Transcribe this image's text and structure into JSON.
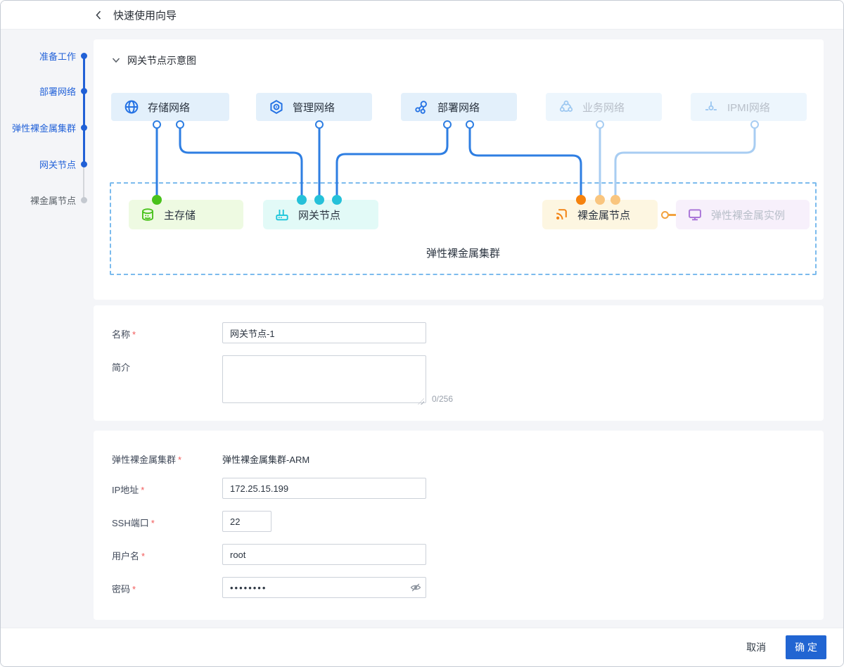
{
  "header": {
    "title": "快速使用向导"
  },
  "stepper": [
    {
      "label": "准备工作",
      "state": "done"
    },
    {
      "label": "部署网络",
      "state": "done"
    },
    {
      "label": "弹性裸金属集群",
      "state": "done"
    },
    {
      "label": "网关节点",
      "state": "current"
    },
    {
      "label": "裸金属节点",
      "state": "pending"
    }
  ],
  "diagram": {
    "section_title": "网关节点示意图",
    "cluster_label": "弹性裸金属集群",
    "networks": [
      {
        "label": "存储网络",
        "icon": "globe-icon",
        "active": true
      },
      {
        "label": "管理网络",
        "icon": "hexagon-gear-icon",
        "active": true
      },
      {
        "label": "部署网络",
        "icon": "topology-icon",
        "active": true
      },
      {
        "label": "业务网络",
        "icon": "cloud-icon",
        "active": false
      },
      {
        "label": "IPMI网络",
        "icon": "ipmi-icon",
        "active": false
      }
    ],
    "nodes": [
      {
        "label": "主存储",
        "icon": "database-icon",
        "color": "#49c21c"
      },
      {
        "label": "网关节点",
        "icon": "router-icon",
        "color": "#25c1d9"
      },
      {
        "label": "裸金属节点",
        "icon": "cast-icon",
        "color": "#f28111"
      },
      {
        "label": "弹性裸金属实例",
        "icon": "monitor-icon",
        "color": "#aa76d8"
      }
    ]
  },
  "form_basic": {
    "name_label": "名称",
    "name_value": "网关节点-1",
    "desc_label": "简介",
    "desc_value": "",
    "desc_counter": "0/256"
  },
  "form_cluster": {
    "cluster_label": "弹性裸金属集群",
    "cluster_value": "弹性裸金属集群-ARM",
    "ip_label": "IP地址",
    "ip_value": "172.25.15.199",
    "ssh_label": "SSH端口",
    "ssh_value": "22",
    "user_label": "用户名",
    "user_value": "root",
    "password_label": "密码",
    "password_value": "••••••••"
  },
  "footer": {
    "cancel_label": "取消",
    "confirm_label": "确 定"
  },
  "ui": {
    "required_mark": "*"
  },
  "colors": {
    "primary": "#2165d2",
    "stepper_blue": "#2160d6",
    "wire_active": "#2e7ee2",
    "wire_inactive": "#a8cdf2",
    "network_active_bg": "#e3f0fb",
    "network_inactive_bg": "#edf6fd",
    "storage_bg": "#eefae2",
    "gateway_bg": "#e2faf7",
    "baremetal_bg": "#fdf6e1",
    "instance_bg": "#f7f0fb",
    "dashed_border": "#7cbbed",
    "required_red": "#f25a5a"
  }
}
